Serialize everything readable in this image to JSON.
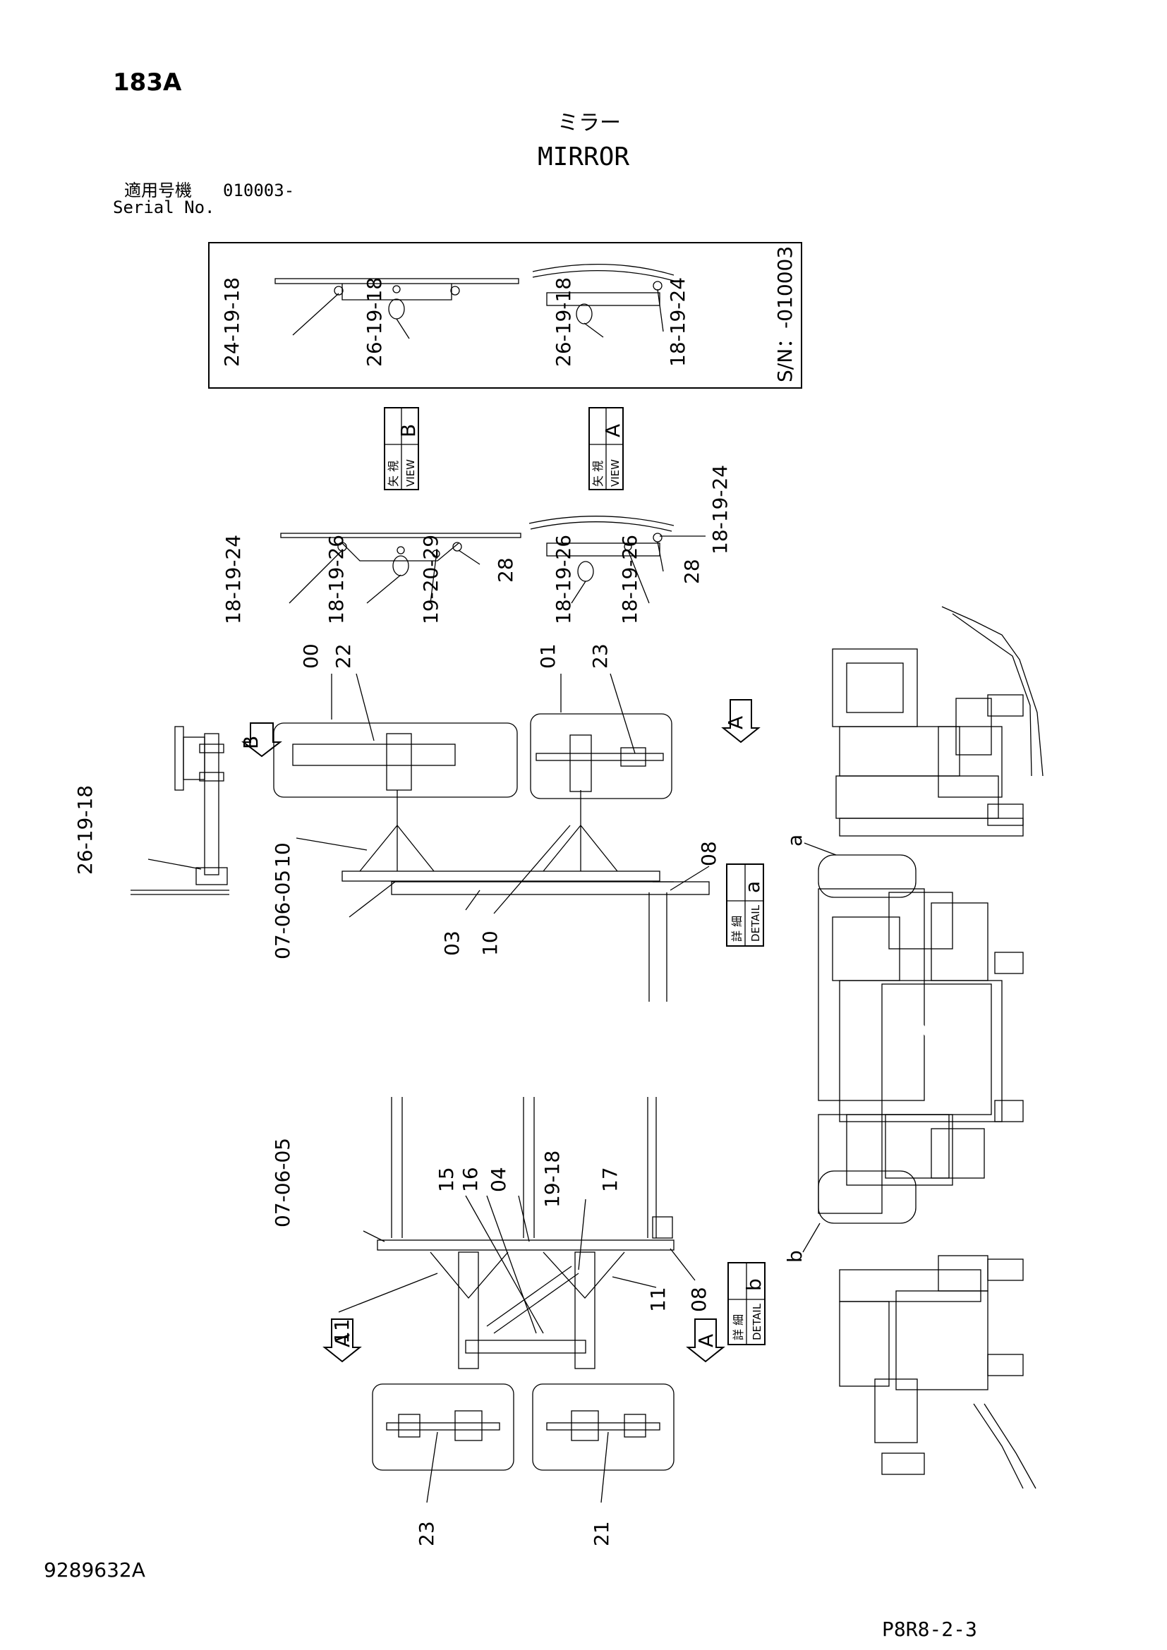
{
  "header": {
    "page_number": "183A",
    "title_jp": "ミラー",
    "title_en": "MIRROR",
    "serial_label_jp": "適用号機",
    "serial_value": "010003-",
    "serial_label_en": "Serial No."
  },
  "footer": {
    "document_number": "9289632A",
    "sheet_reference": "P8R8-2-3"
  },
  "serial_box": {
    "label": "S/N：-010003",
    "left_callouts": [
      "24-19-18",
      "26-19-18"
    ],
    "right_callouts": [
      "26-19-18",
      "18-19-24"
    ]
  },
  "view_markers": [
    {
      "jp": "矢 視",
      "en": "VIEW",
      "letter": "B"
    },
    {
      "jp": "矢 視",
      "en": "VIEW",
      "letter": "A"
    }
  ],
  "detail_markers": [
    {
      "jp": "詳 細",
      "en": "DETAIL",
      "letter": "a"
    },
    {
      "jp": "詳 細",
      "en": "DETAIL",
      "letter": "b"
    }
  ],
  "view_arrows": [
    "B",
    "A",
    "A",
    "A"
  ],
  "upper_views": {
    "view_b_callouts": [
      "18-19-24",
      "18-19-26",
      "19-20-29",
      "28"
    ],
    "view_a_callouts": [
      "18-19-26",
      "18-19-26",
      "28",
      "18-19-24"
    ]
  },
  "detail_a_callouts": [
    "00",
    "22",
    "01",
    "23",
    "10",
    "08",
    "26-19-18",
    "07-06-05",
    "03",
    "10"
  ],
  "detail_b_callouts": [
    "07-06-05",
    "15",
    "16",
    "04",
    "19-18",
    "17",
    "11",
    "11",
    "08",
    "23",
    "21"
  ],
  "machine_view_labels": [
    "a",
    "b"
  ]
}
